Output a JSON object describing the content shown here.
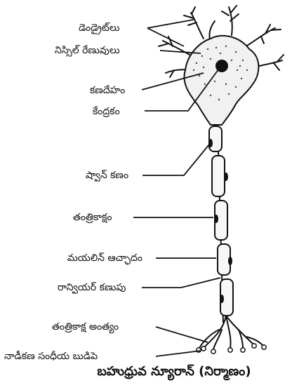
{
  "labels": {
    "dendrites": "డెండ్రైట్‌లు",
    "nissl": "నిస్సిల్ రేణువులు",
    "cell_body": "కణదేహం",
    "nucleus": "కేంద్రకం",
    "schwann": "ష్వాన్ కణం",
    "axon": "తంత్రికాక్షం",
    "myelin": "మయలిన్ ఆచ్ఛాదం",
    "ranvier": "రాన్వియర్ కణుపు",
    "axon_end": "తంత్రికాక్ష అంత్యం",
    "synaptic_knob": "నాడీకణ సంధీయ బుడిపె"
  },
  "caption": "బహుధ్రువ న్యూరాన్ (నిర్మాణం)",
  "colors": {
    "line": "#111111",
    "body_fill": "#f1f1f1",
    "sheath_fill": "#f7f7f7"
  }
}
